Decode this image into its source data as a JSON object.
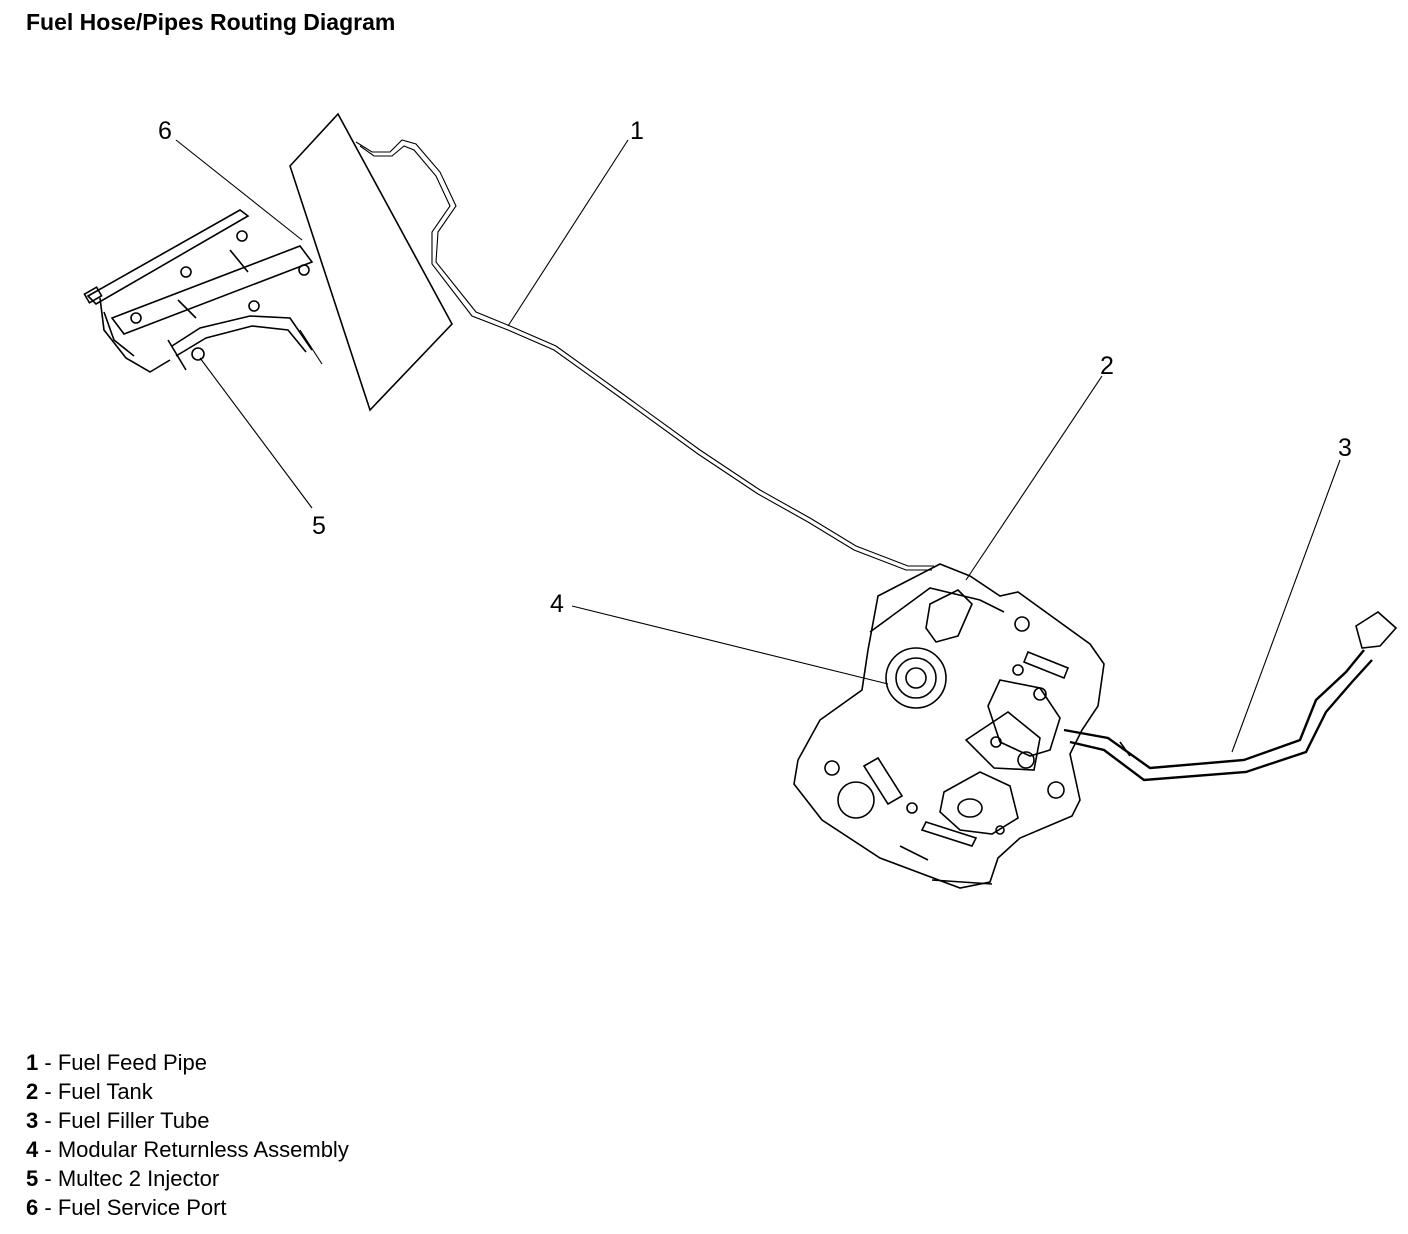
{
  "title": "Fuel Hose/Pipes Routing Diagram",
  "callouts": {
    "c1": "1",
    "c2": "2",
    "c3": "3",
    "c4": "4",
    "c5": "5",
    "c6": "6"
  },
  "legend": [
    {
      "num": "1",
      "sep": " - ",
      "label": "Fuel Feed Pipe"
    },
    {
      "num": "2",
      "sep": " - ",
      "label": "Fuel Tank"
    },
    {
      "num": "3",
      "sep": " - ",
      "label": "Fuel Filler Tube"
    },
    {
      "num": "4",
      "sep": " - ",
      "label": "Modular Returnless Assembly"
    },
    {
      "num": "5",
      "sep": " - ",
      "label": "Multec 2 Injector"
    },
    {
      "num": "6",
      "sep": " - ",
      "label": "Fuel Service Port"
    }
  ]
}
